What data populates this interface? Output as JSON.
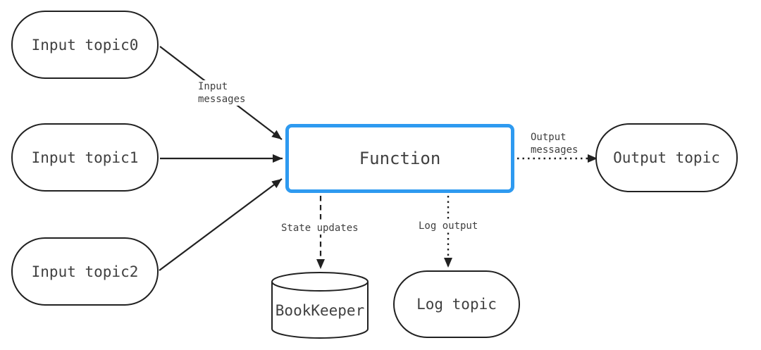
{
  "diagram": {
    "colors": {
      "stroke": "#212121",
      "text": "#404040",
      "accent_blue": "#2e9af0",
      "bg": "#ffffff"
    },
    "nodes": {
      "input_topic0": {
        "label": "Input topic0",
        "shape": "pill"
      },
      "input_topic1": {
        "label": "Input topic1",
        "shape": "pill"
      },
      "input_topic2": {
        "label": "Input topic2",
        "shape": "pill"
      },
      "function": {
        "label": "Function",
        "shape": "rect-blue"
      },
      "output_topic": {
        "label": "Output topic",
        "shape": "pill"
      },
      "bookkeeper": {
        "label": "BookKeeper",
        "shape": "cylinder"
      },
      "log_topic": {
        "label": "Log topic",
        "shape": "pill"
      }
    },
    "edges": {
      "input_messages": {
        "label_lines": [
          "Input",
          "messages"
        ],
        "style": "solid",
        "from": [
          "input_topic0",
          "input_topic1",
          "input_topic2"
        ],
        "to": "function"
      },
      "output_messages": {
        "label_lines": [
          "Output",
          "messages"
        ],
        "style": "dotted",
        "from": "function",
        "to": "output_topic"
      },
      "state_updates": {
        "label": "State updates",
        "style": "dashed",
        "from": "function",
        "to": "bookkeeper"
      },
      "log_output": {
        "label": "Log output",
        "style": "dotted",
        "from": "function",
        "to": "log_topic"
      }
    }
  }
}
